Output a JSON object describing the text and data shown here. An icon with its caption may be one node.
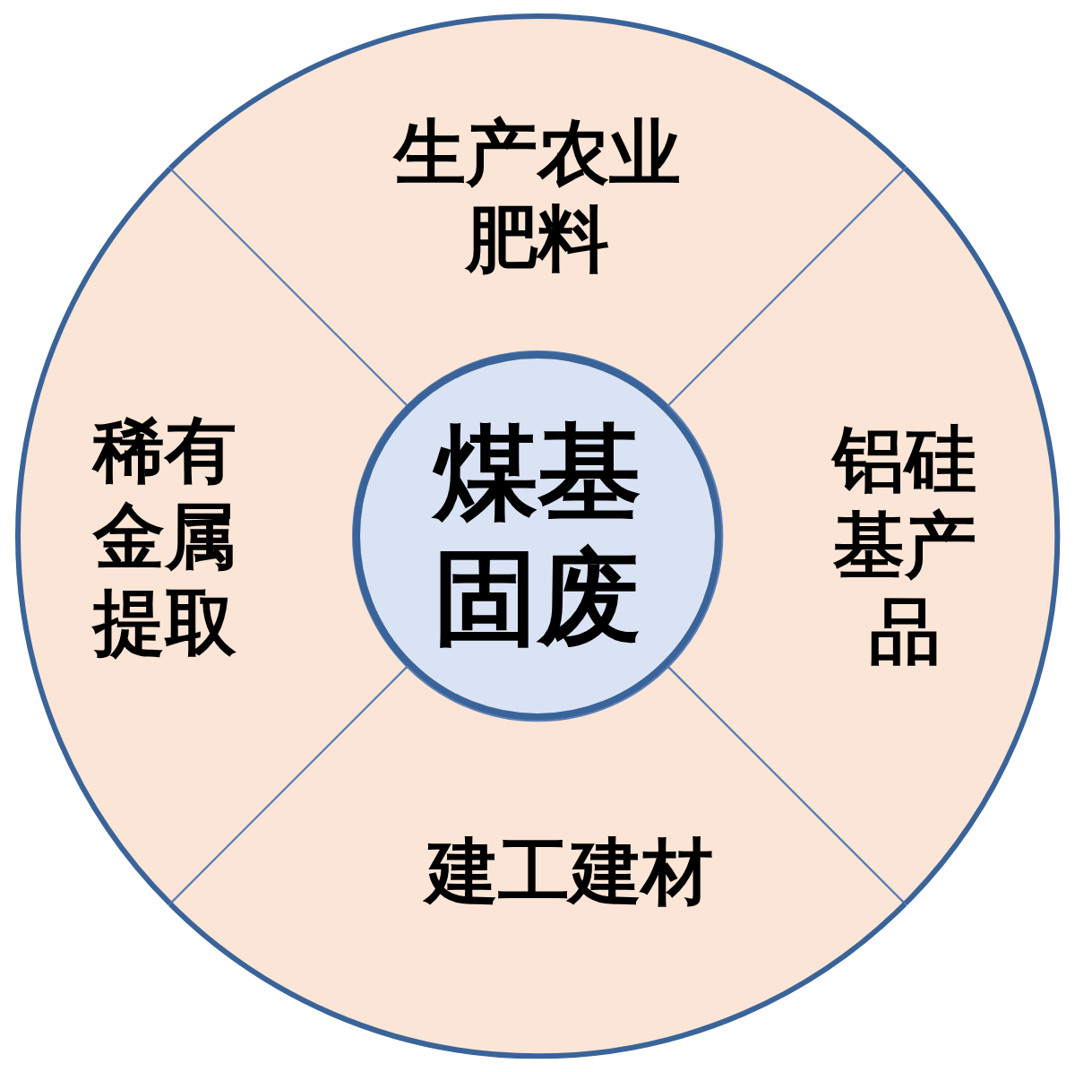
{
  "diagram": {
    "nodes": [
      {
        "text": [
          "生产农业肥料"
        ]
      },
      {
        "text": [
          "稀有金属提取"
        ]
      },
      {
        "text": [
          "煤基固废"
        ]
      },
      {
        "text": [
          "铝硅基产品"
        ]
      },
      {
        "text": [
          "建工建材"
        ]
      }
    ]
  }
}
